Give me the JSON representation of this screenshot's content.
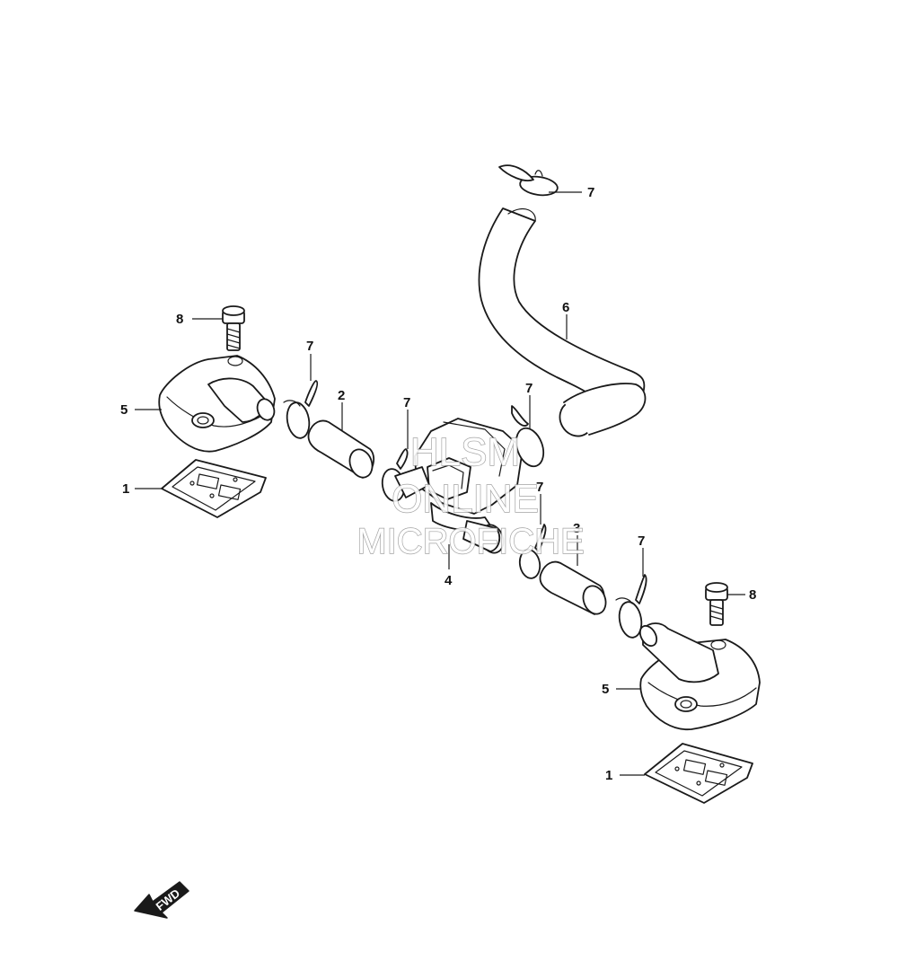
{
  "callouts": {
    "c7_top": "7",
    "c6": "6",
    "c8_left": "8",
    "c7_left": "7",
    "c2": "2",
    "c7_mid": "7",
    "c7_right_upper": "7",
    "c5_left": "5",
    "c1_left": "1",
    "c7_lower": "7",
    "c3": "3",
    "c7_right": "7",
    "c4": "4",
    "c8_right": "8",
    "c5_right": "5",
    "c1_right": "1"
  },
  "watermark": {
    "line1": "HLSM",
    "line2": "ONLINE",
    "line3": "MICROFICHE"
  },
  "fwd_label": "FWD",
  "colors": {
    "ink": "#1a1a1a",
    "watermark": "#9a9a9a",
    "background": "#ffffff"
  }
}
